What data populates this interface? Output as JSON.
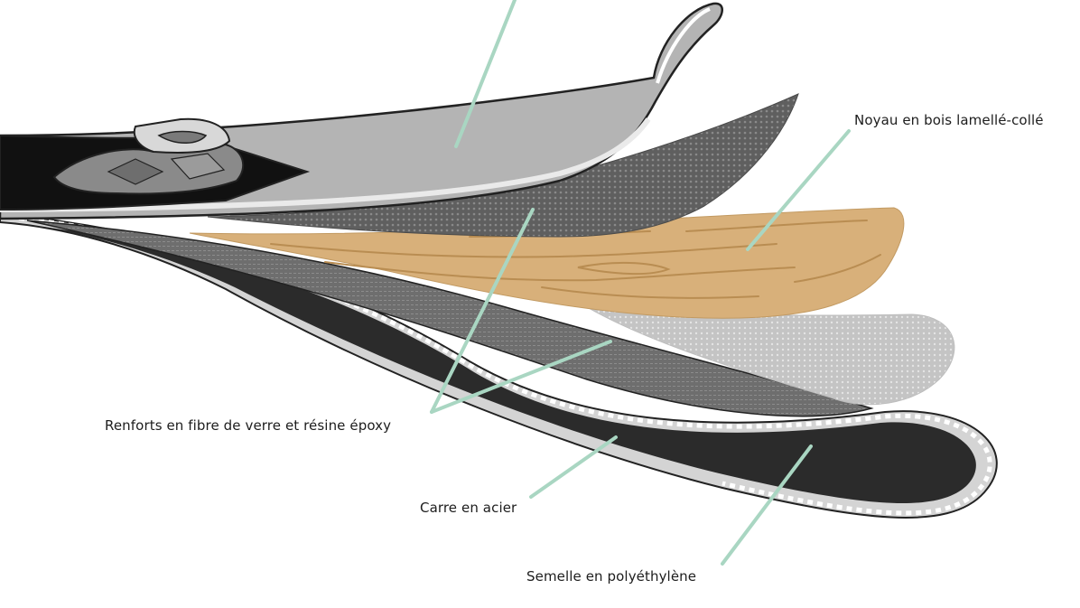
{
  "labels": {
    "core": "Noyau en bois lamellé-collé",
    "fiber": "Renforts en fibre de verre et résine époxy",
    "edge": "Carre en acier",
    "base": "Semelle en polyéthylène"
  },
  "colors": {
    "leader_line": "#a9d6c2",
    "wood": "#d8b07a",
    "wood_grain": "#b98d52",
    "topsheet": "#b4b4b4",
    "base": "#2b2b2b",
    "fiber_dark": "#6b6b6b",
    "fiber_light": "#c9c9c9",
    "outline": "#222222"
  }
}
